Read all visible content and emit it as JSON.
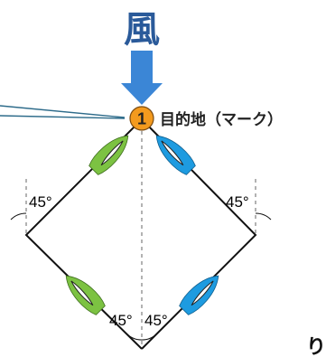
{
  "wind": {
    "label": "風",
    "text_color": "#2a5a9a",
    "outline_color": "#ffffff",
    "arrow_color": "#3b86d6"
  },
  "mark": {
    "number": "1",
    "label": "目的地（マーク）",
    "fill_color": "#f39a1e",
    "stroke_color": "#7a4a10"
  },
  "course": {
    "line_color": "#111111",
    "guide_color": "#666666",
    "callout_color": "#2d6b8a"
  },
  "angles": {
    "upper_left": "45°",
    "upper_right": "45°",
    "bottom_left": "45°",
    "bottom_right": "45°"
  },
  "boats": {
    "port_tack_color": "#7cc242",
    "starboard_tack_color": "#1e9be0",
    "sail_color": "#ffffff"
  },
  "bottom_text": "り返し"
}
